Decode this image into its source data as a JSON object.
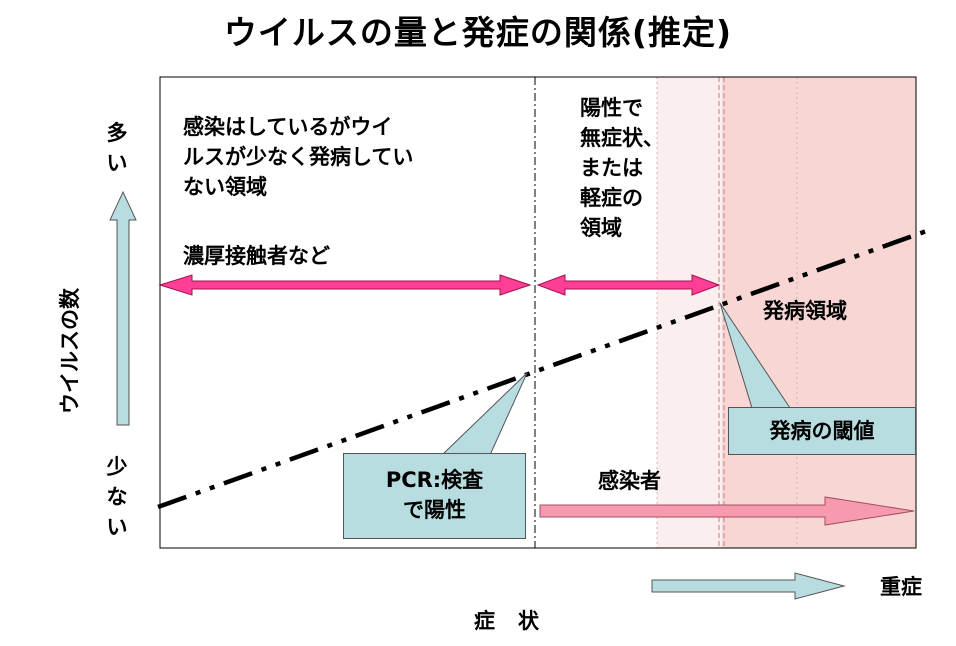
{
  "title": "ウイルスの量と発症の関係(推定)",
  "y_axis": {
    "label": "ウイルスの数",
    "top": "多い",
    "bottom": "少ない"
  },
  "x_axis": {
    "symptom_label": "症　状",
    "severe_label": "重症"
  },
  "regions": {
    "infected_no_symptoms": "感染はしているがウイルスが少なく発病していない領域",
    "infected_no_symptoms_lines": [
      "感染はしているがウイ",
      "ルスが少なく発病してい",
      "ない領域"
    ],
    "close_contacts": "濃厚接触者など",
    "positive_asymptomatic_lines": [
      "陽性で",
      "無症状、",
      "または",
      "軽症の",
      "領域"
    ],
    "onset_region": "発病領域",
    "infected": "感染者"
  },
  "callouts": {
    "pcr_lines": [
      "PCR:検査",
      "で陽性"
    ],
    "onset_threshold": "発病の閾値"
  },
  "colors": {
    "pink_arrow": "#ff3f96",
    "light_pink_arrow": "#f79ab0",
    "light_blue": "#b7dde0",
    "zone_light": "#fbecec",
    "zone_mid": "#f7d6d4",
    "dashed_line": "#000000"
  }
}
